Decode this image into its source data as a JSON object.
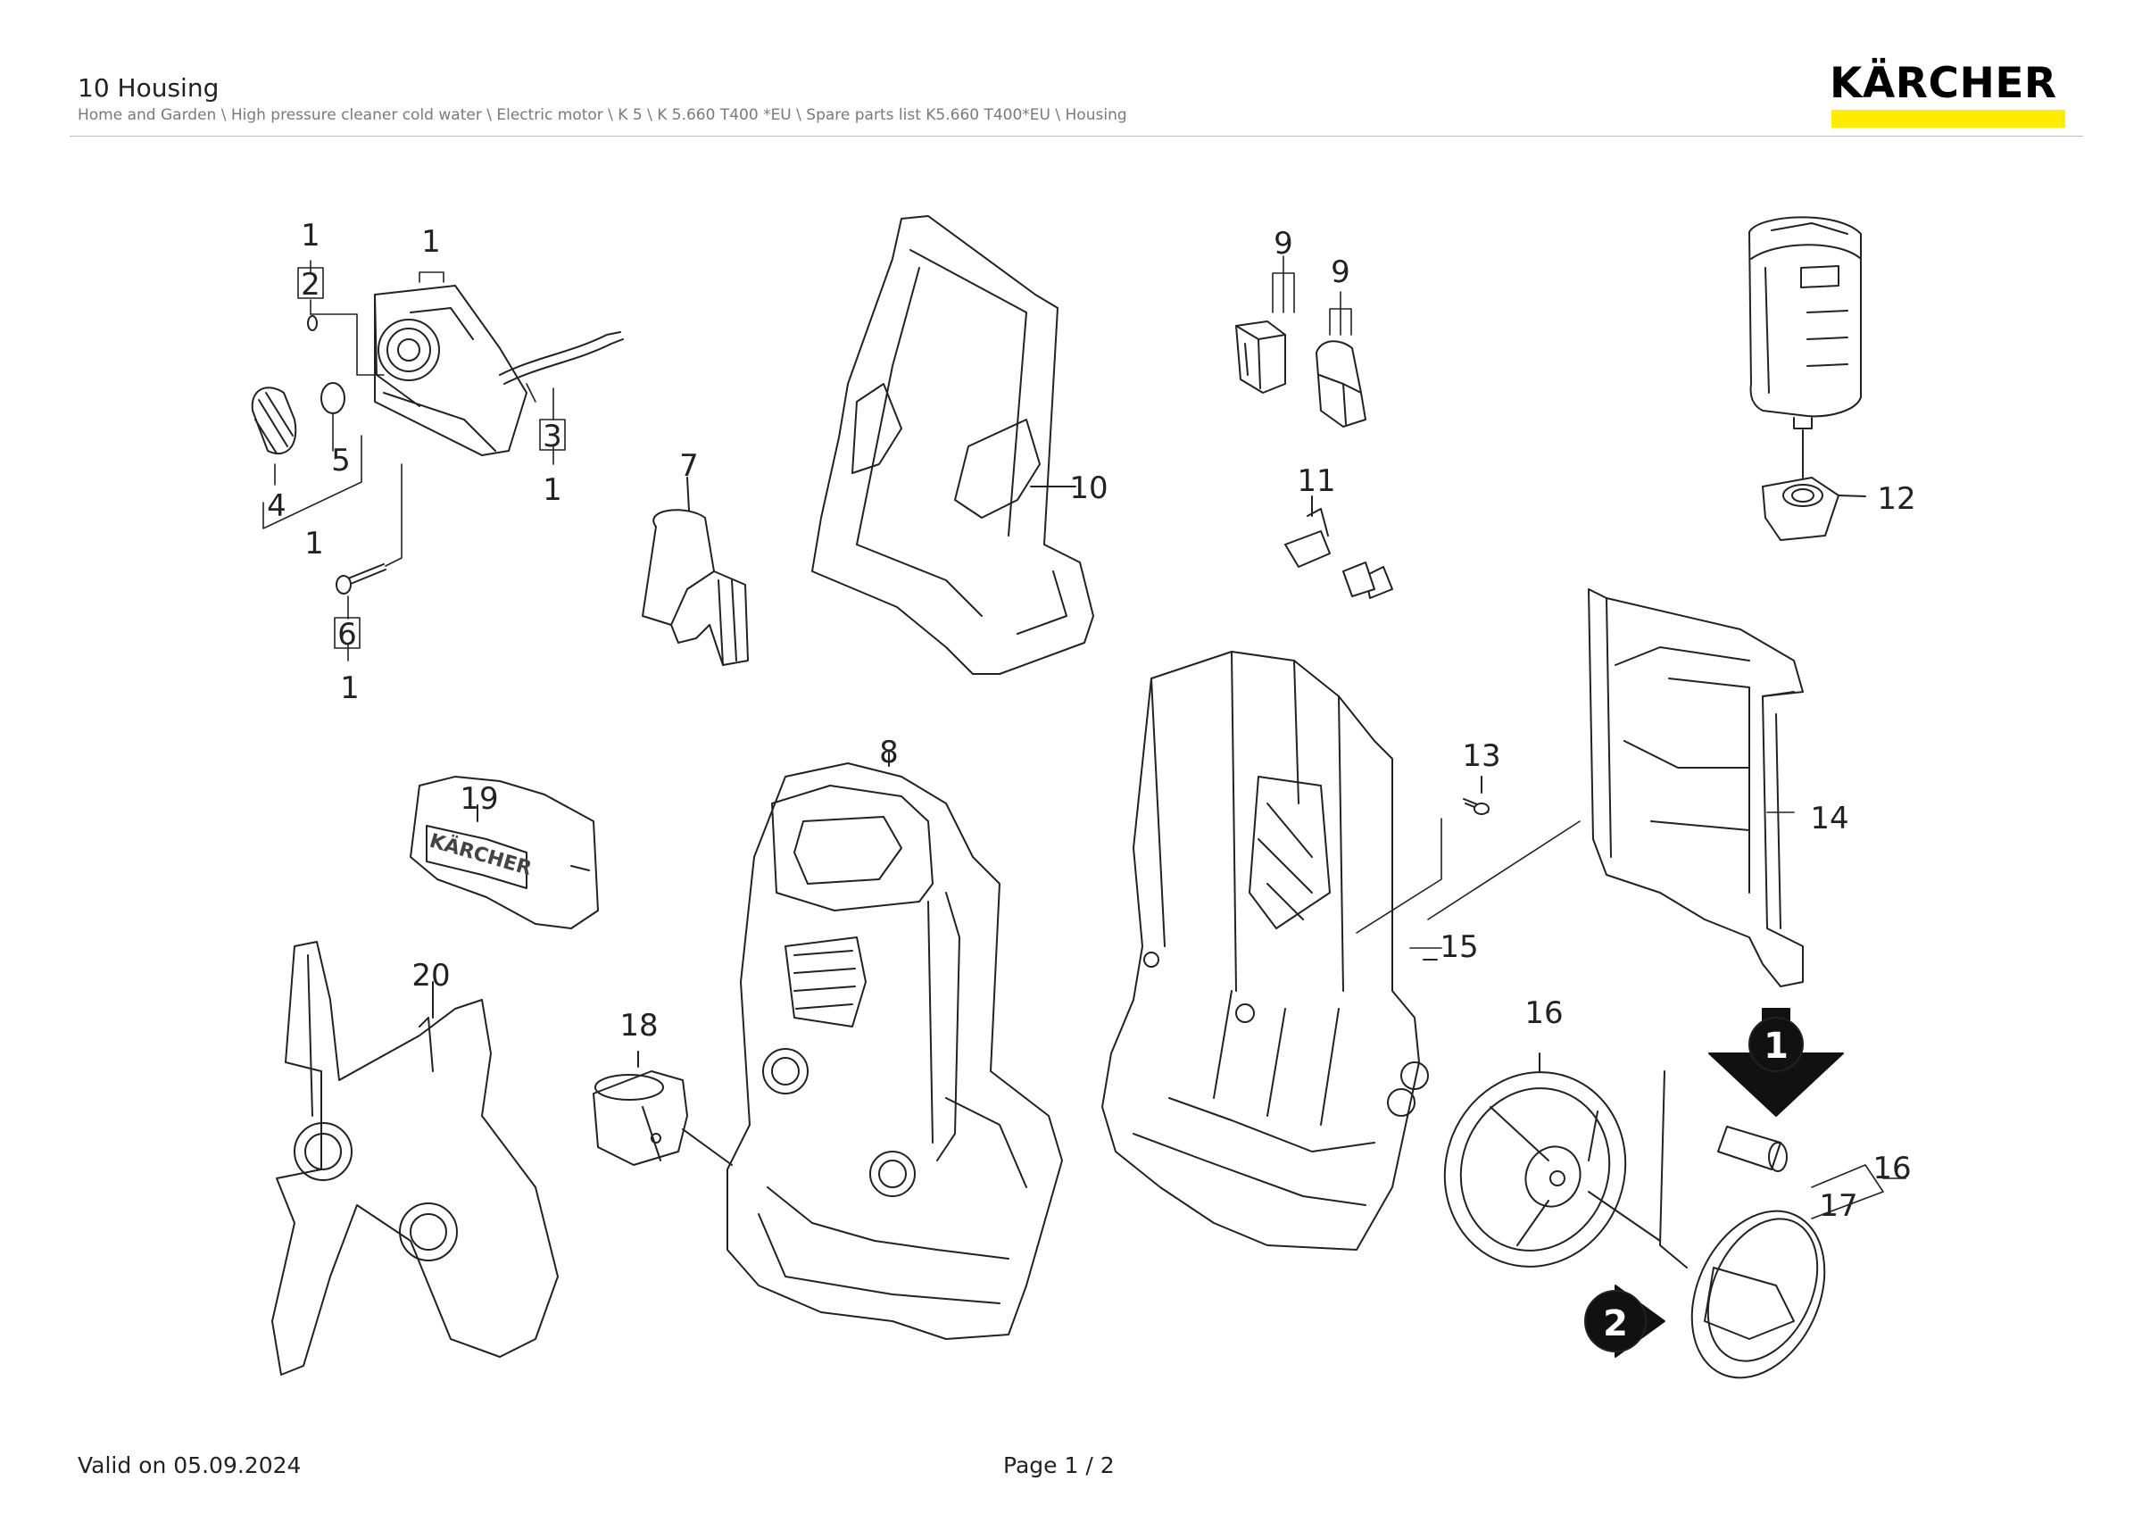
{
  "header": {
    "title": "10 Housing",
    "breadcrumb": "Home and Garden \\ High pressure cleaner cold water \\ Electric motor \\ K 5 \\ K 5.660 T400 *EU \\ Spare parts list K5.660 T400*EU \\ Housing",
    "brand": "KÄRCHER",
    "brand_color": "#FFED00"
  },
  "diagram": {
    "callouts": [
      "1",
      "2",
      "1",
      "5",
      "4",
      "1",
      "3",
      "1",
      "6",
      "1",
      "7",
      "8",
      "9",
      "9",
      "10",
      "11",
      "12",
      "13",
      "14",
      "15",
      "16",
      "16",
      "17",
      "18",
      "19",
      "20"
    ],
    "embossed_text": "KÄRCHER",
    "markers": [
      "1",
      "2"
    ]
  },
  "footer": {
    "valid": "Valid on 05.09.2024",
    "page": "Page 1 / 2"
  }
}
